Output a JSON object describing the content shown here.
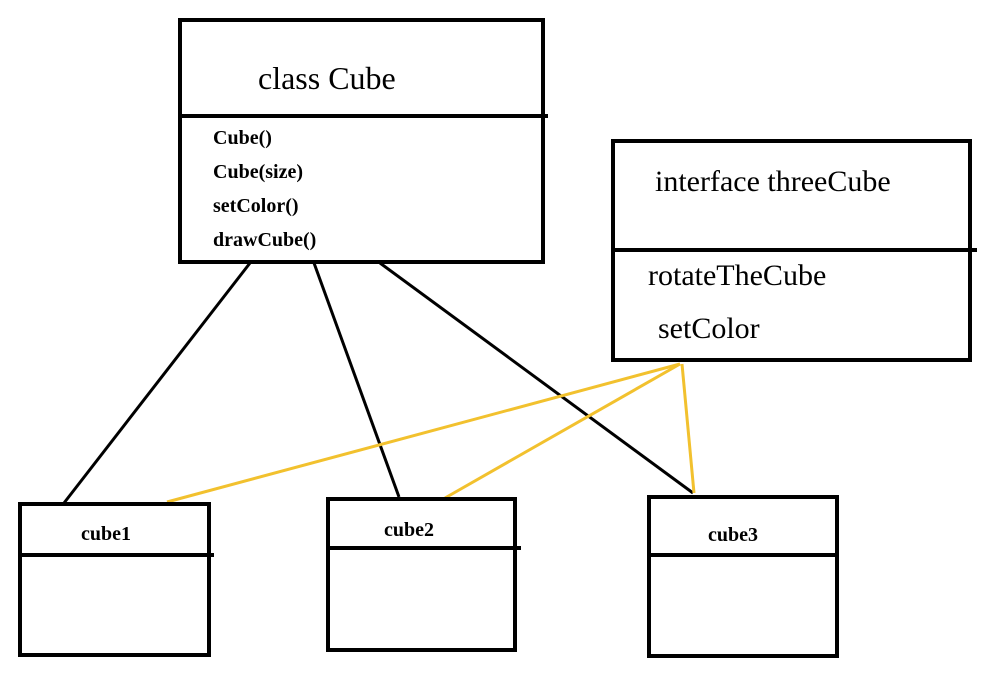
{
  "cube_class": {
    "title": "class Cube",
    "methods": [
      "Cube()",
      "Cube(size)",
      "setColor()",
      "drawCube()"
    ]
  },
  "interface": {
    "title": "interface threeCube",
    "methods": [
      "rotateTheCube",
      "setColor"
    ]
  },
  "subclasses": [
    "cube1",
    "cube2",
    "cube3"
  ],
  "colors": {
    "line": "#000000",
    "inheritance_line": "#000000",
    "implements_line": "#f2c12e",
    "background": "#ffffff"
  }
}
